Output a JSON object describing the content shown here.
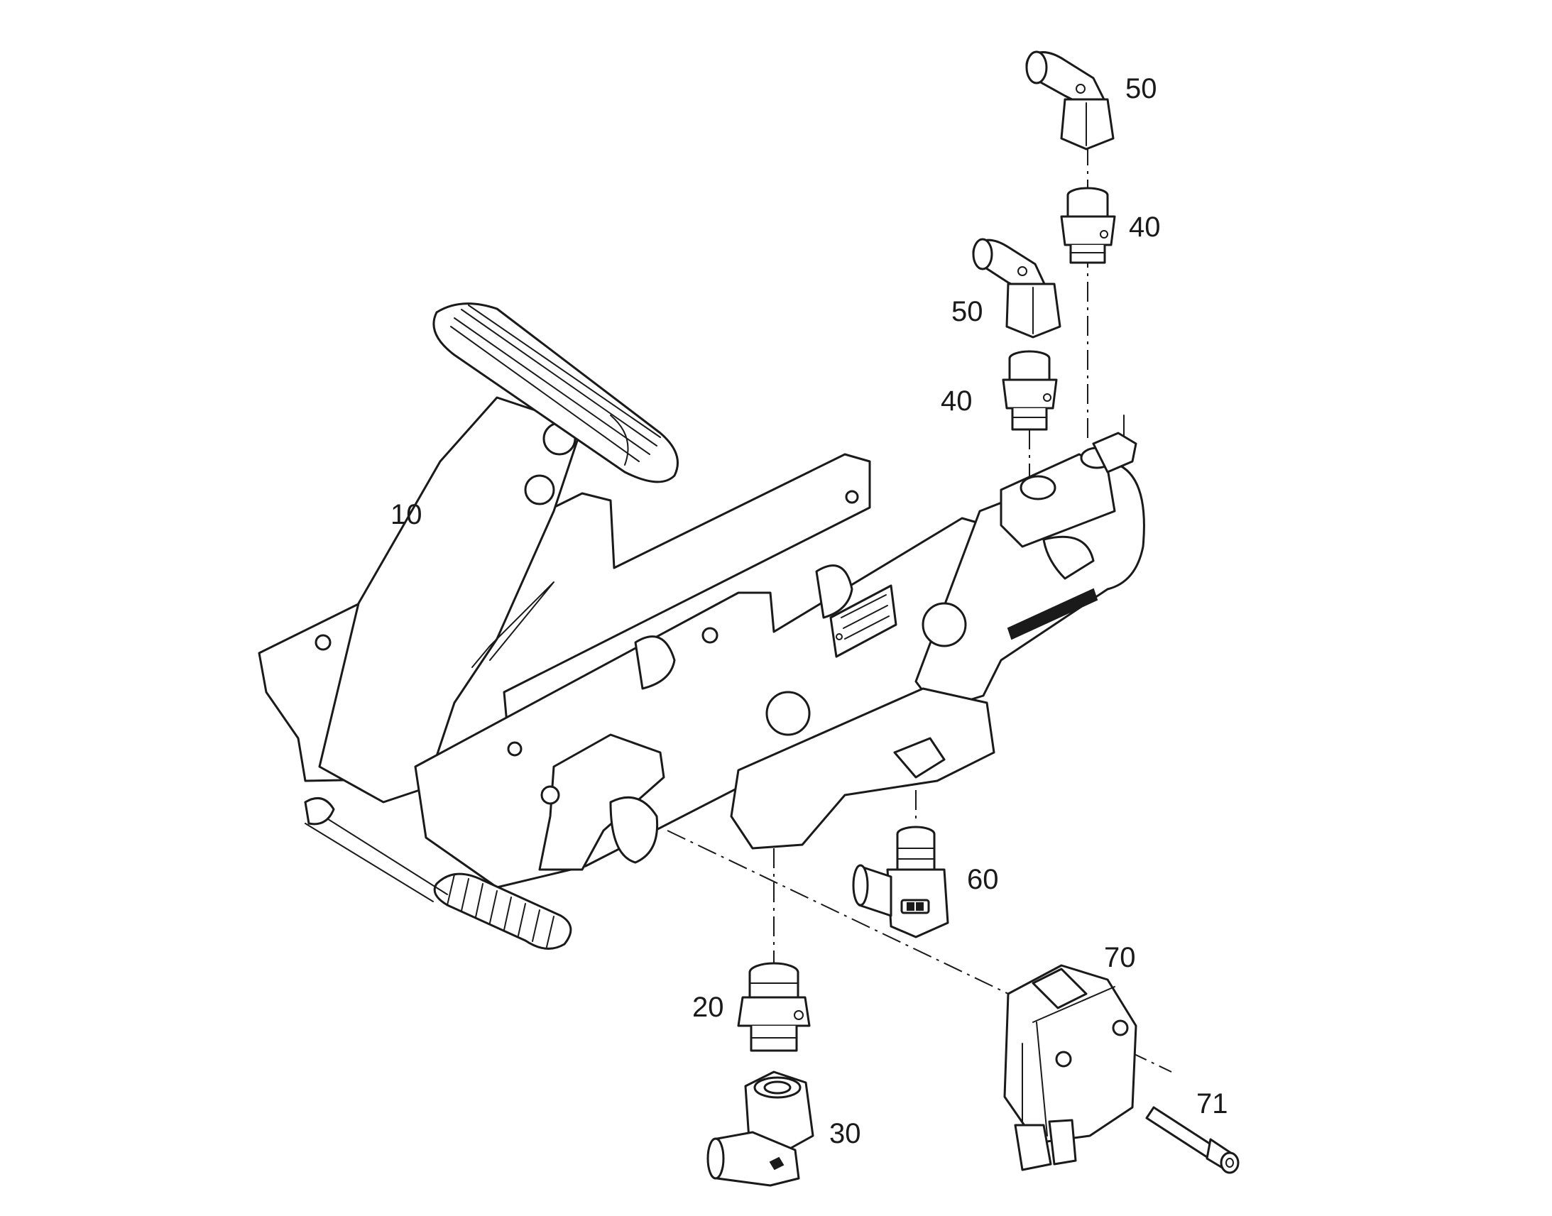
{
  "callouts": {
    "c10": "10",
    "c20": "20",
    "c30": "30",
    "c40_upper": "40",
    "c40_lower": "40",
    "c50_upper": "50",
    "c50_lower": "50",
    "c60": "60",
    "c70": "70",
    "c71": "71"
  },
  "part_icons": {
    "pedal_assembly": "brake-pedal-valve-icon",
    "fitting": "hydraulic-fitting-icon",
    "elbow": "elbow-connector-icon",
    "sensor": "sensor-block-icon",
    "screw": "screw-icon"
  }
}
